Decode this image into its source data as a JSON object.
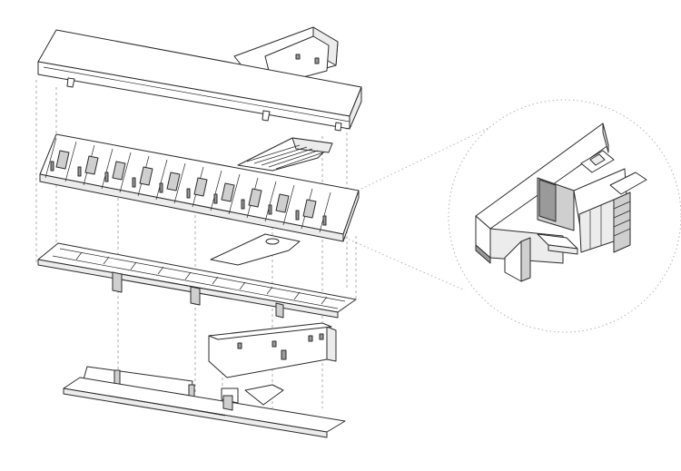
{
  "figure": {
    "kind": "exploded-axonometric-architecture-diagram",
    "layers": [
      {
        "id": "roof",
        "description_name": "roof-layer"
      },
      {
        "id": "rooms",
        "description_name": "room-modules-layer"
      },
      {
        "id": "deck",
        "description_name": "deck-and-piers-layer"
      },
      {
        "id": "base",
        "description_name": "ground-floor-and-walls-layer"
      }
    ],
    "detail_callout": {
      "shape": "circle",
      "style": "dotted",
      "content": "single-room-cutaway"
    },
    "colors": {
      "line": "#2b2b2b",
      "fill_light": "#ececec",
      "fill_mid": "#cfcfcf",
      "fill_dark": "#9a9a9a",
      "guide_lines": "#9b9b9b",
      "background": "#ffffff"
    }
  }
}
